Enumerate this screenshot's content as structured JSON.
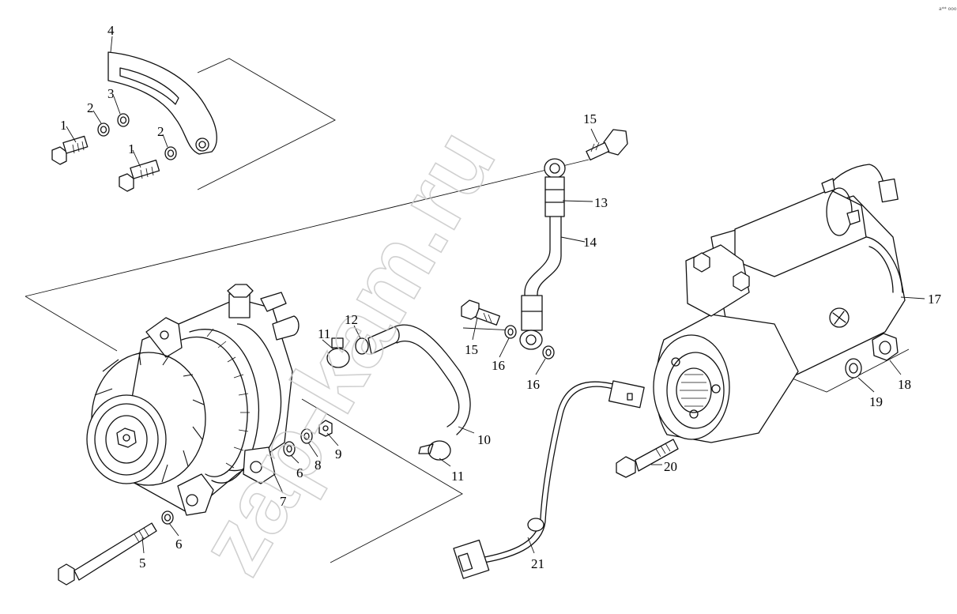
{
  "watermark": "zap-kam.ru",
  "corner_mark": "a** ooo",
  "callouts": [
    {
      "id": "c1a",
      "text": "1"
    },
    {
      "id": "c1b",
      "text": "1"
    },
    {
      "id": "c2a",
      "text": "2"
    },
    {
      "id": "c2b",
      "text": "2"
    },
    {
      "id": "c3",
      "text": "3"
    },
    {
      "id": "c4",
      "text": "4"
    },
    {
      "id": "c5",
      "text": "5"
    },
    {
      "id": "c6a",
      "text": "6"
    },
    {
      "id": "c6b",
      "text": "6"
    },
    {
      "id": "c7",
      "text": "7"
    },
    {
      "id": "c8",
      "text": "8"
    },
    {
      "id": "c9",
      "text": "9"
    },
    {
      "id": "c10",
      "text": "10"
    },
    {
      "id": "c11a",
      "text": "11"
    },
    {
      "id": "c11b",
      "text": "11"
    },
    {
      "id": "c12",
      "text": "12"
    },
    {
      "id": "c13",
      "text": "13"
    },
    {
      "id": "c14",
      "text": "14"
    },
    {
      "id": "c15a",
      "text": "15"
    },
    {
      "id": "c15b",
      "text": "15"
    },
    {
      "id": "c16a",
      "text": "16"
    },
    {
      "id": "c16b",
      "text": "16"
    },
    {
      "id": "c17",
      "text": "17"
    },
    {
      "id": "c18",
      "text": "18"
    },
    {
      "id": "c19",
      "text": "19"
    },
    {
      "id": "c20",
      "text": "20"
    },
    {
      "id": "c21",
      "text": "21"
    }
  ]
}
